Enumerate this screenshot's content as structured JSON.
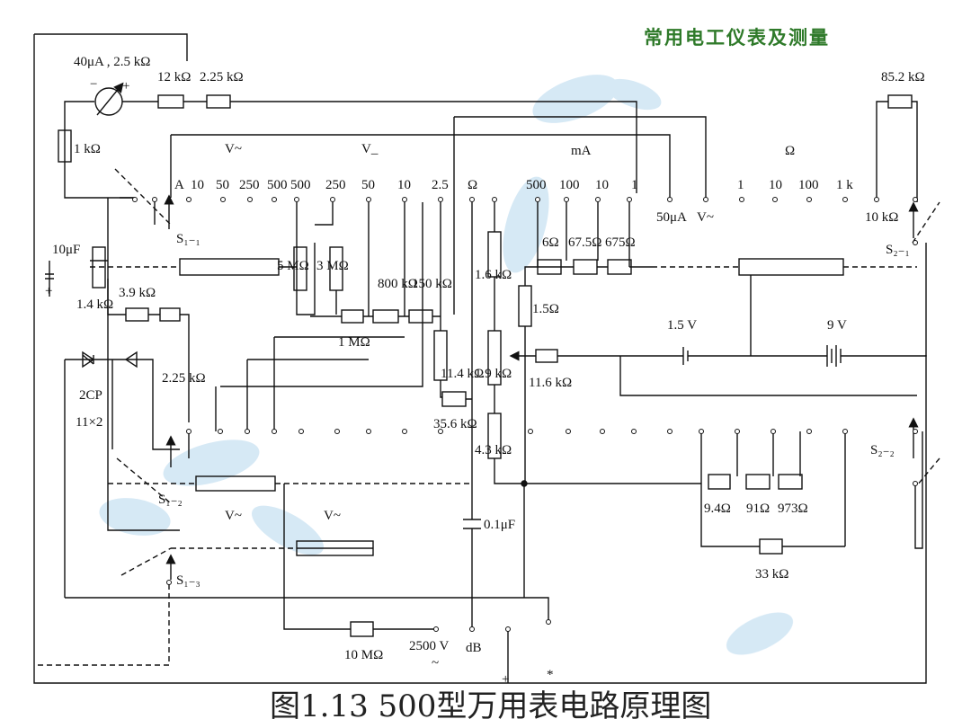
{
  "header": {
    "title": "常用电工仪表及测量"
  },
  "caption": "图1.13  500型万用表电路原理图",
  "colors": {
    "line": "#111111",
    "watermark": "#c9e2f3",
    "title": "#2f7a2a"
  },
  "labels": {
    "meter": "40μA , 2.5 kΩ",
    "r12k": "12 kΩ",
    "r225k_top": "2.25 kΩ",
    "r852k": "85.2 kΩ",
    "r1k": "1 kΩ",
    "vac_group": "V~",
    "vdc_group": "V_",
    "ma_group": "mA",
    "ohm_group": "Ω",
    "sw_A": "A",
    "vac_10": "10",
    "vac_50": "50",
    "vac_250": "250",
    "vac_500": "500",
    "vdc_500": "500",
    "vdc_250": "250",
    "vdc_50": "50",
    "vdc_10": "10",
    "vdc_2_5": "2.5",
    "sw_ohm": "Ω",
    "ma_500": "500",
    "ma_100": "100",
    "ma_10": "10",
    "ma_1": "1",
    "ua50": "50μA",
    "vtilde": "V~",
    "ohm_1": "1",
    "ohm_10": "10",
    "ohm_100": "100",
    "ohm_1k": "1 k",
    "r10k": "10 kΩ",
    "s11": "S₁₋₁",
    "s12": "S₁₋₂",
    "s13": "S₁₋₃",
    "s21": "S₂₋₁",
    "s22": "S₂₋₂",
    "cap10u": "10μF",
    "r14k": "1.4 kΩ",
    "r39k": "3.9 kΩ",
    "r225k_left": "2.25 kΩ",
    "diode": "2CP",
    "diode_qty": "11×2",
    "r5m": "5 MΩ",
    "r3m": "3 MΩ",
    "r800k": "800 kΩ",
    "r150k": "150 kΩ",
    "r1m": "1 MΩ",
    "r114k": "11.4 kΩ",
    "r356k": "35.6 kΩ",
    "r16k": "1.6 kΩ",
    "r19k": "1.9 kΩ",
    "r43k": "4.3 kΩ",
    "r15": "1.5Ω",
    "r116k": "11.6 kΩ",
    "r6": "6Ω",
    "r675": "67.5Ω",
    "r675b": "675Ω",
    "bat15": "1.5 V",
    "bat9": "9 V",
    "r94": "9.4Ω",
    "r91": "91Ω",
    "r973": "973Ω",
    "r33k": "33 kΩ",
    "cap01u": "0.1μF",
    "r10m": "10 MΩ",
    "v2500": "2500 V",
    "tilde": "~",
    "db": "dB",
    "plus_term": "+",
    "star_term": "*",
    "meter_minus": "−",
    "meter_plus": "+",
    "cap_plus": "+"
  }
}
